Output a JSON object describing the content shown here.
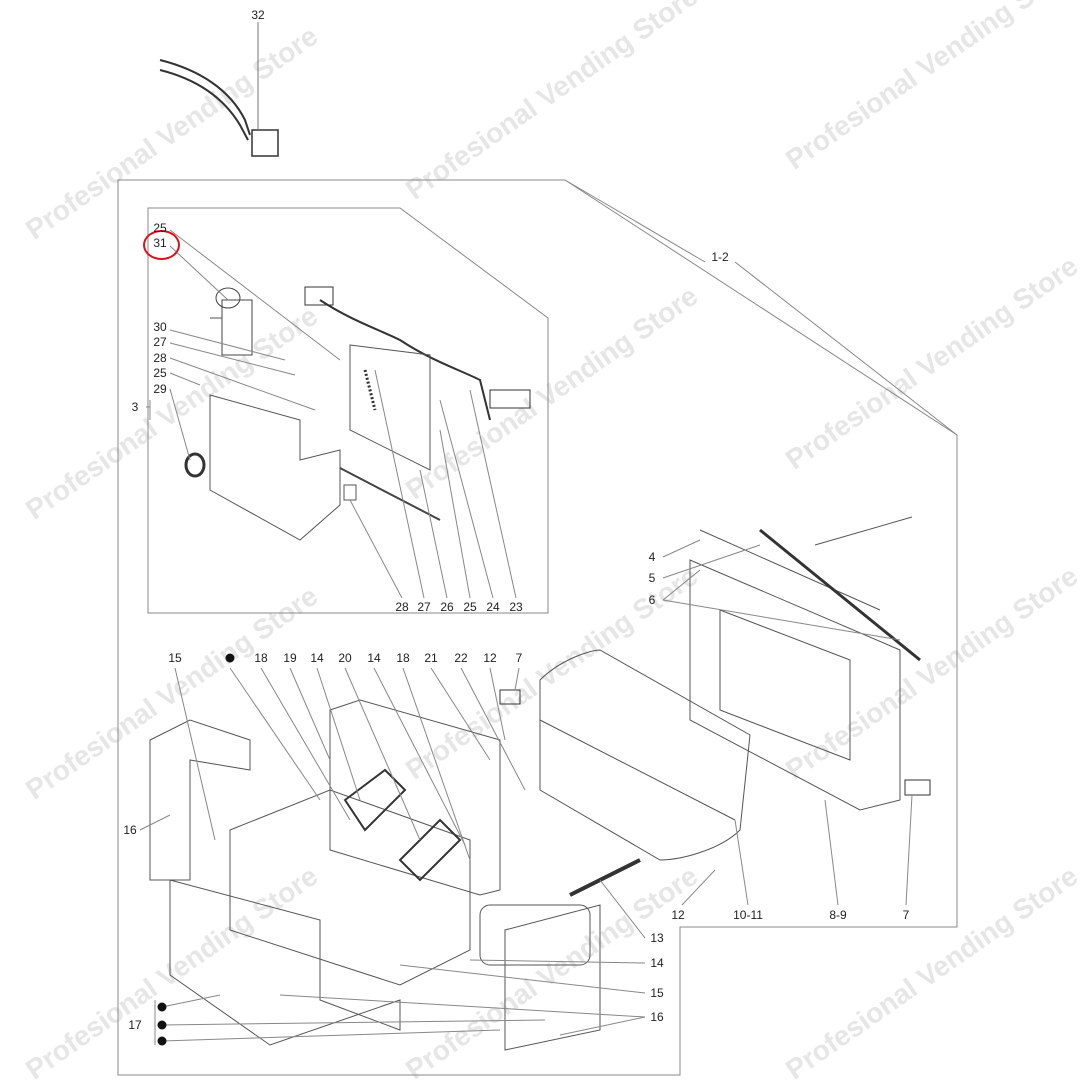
{
  "watermark": "Profesional Vending Store",
  "highlight_color": "#e0101a",
  "highlighted_part": "31",
  "labels": {
    "l32": "32",
    "l1_2": "1-2",
    "l25a": "25",
    "l31": "31",
    "l30": "30",
    "l27a": "27",
    "l28a": "28",
    "l25b": "25",
    "l29": "29",
    "l3": "3",
    "l28b": "28",
    "l27b": "27",
    "l26": "26",
    "l25c": "25",
    "l24": "24",
    "l23": "23",
    "l4": "4",
    "l5": "5",
    "l6": "6",
    "l15a": "15",
    "l18a": "18",
    "l19": "19",
    "l14a": "14",
    "l20": "20",
    "l14b": "14",
    "l18b": "18",
    "l21": "21",
    "l22": "22",
    "l12a": "12",
    "l7a": "7",
    "l16a": "16",
    "l12b": "12",
    "l10_11": "10-11",
    "l8_9": "8-9",
    "l7b": "7",
    "l13": "13",
    "l14c": "14",
    "l15b": "15",
    "l16b": "16",
    "l17": "17"
  }
}
